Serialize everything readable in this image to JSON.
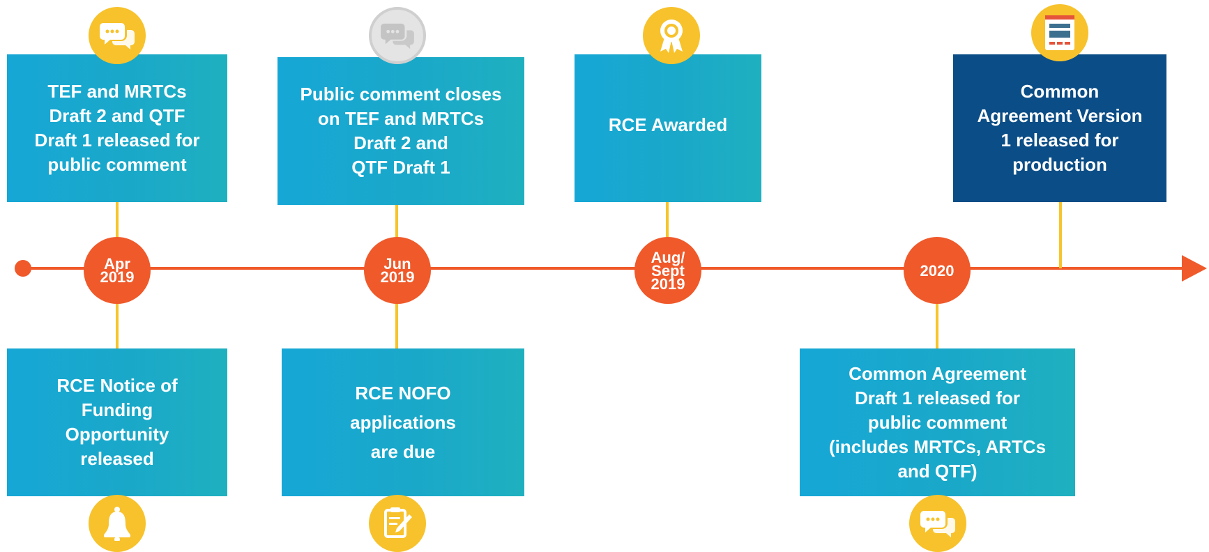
{
  "colors": {
    "axis": "#f0592a",
    "connector": "#f7c42a",
    "teal_box": "#1aa8cc",
    "navy_box": "#0b4d86",
    "icon_yellow": "#f7c22b",
    "icon_grey": "#e4e4e4"
  },
  "milestones": {
    "apr2019": {
      "date": "Apr\n2019",
      "top_text": "TEF and MRTCs\nDraft 2 and QTF\nDraft 1 released for\npublic comment",
      "bottom_text": "RCE Notice of\nFunding\nOpportunity\nreleased",
      "top_icon": "chat-bubbles-icon",
      "bottom_icon": "bell-icon"
    },
    "jun2019": {
      "date": "Jun\n2019",
      "top_text": "Public comment closes\non TEF and MRTCs\nDraft 2 and\nQTF Draft 1",
      "bottom_text": "RCE NOFO\napplications\nare due",
      "top_icon": "chat-bubbles-icon",
      "bottom_icon": "document-pen-icon"
    },
    "aug2019": {
      "date": "Aug/\nSept\n2019",
      "top_text": "RCE Awarded",
      "top_icon": "award-ribbon-icon"
    },
    "y2020": {
      "date": "2020",
      "top_text": "Common\nAgreement Version\n1 released for\nproduction",
      "bottom_text": "Common Agreement\nDraft 1 released for\npublic comment\n(includes MRTCs, ARTCs\nand QTF)",
      "top_icon": "browser-window-icon",
      "bottom_icon": "chat-bubbles-icon"
    }
  }
}
